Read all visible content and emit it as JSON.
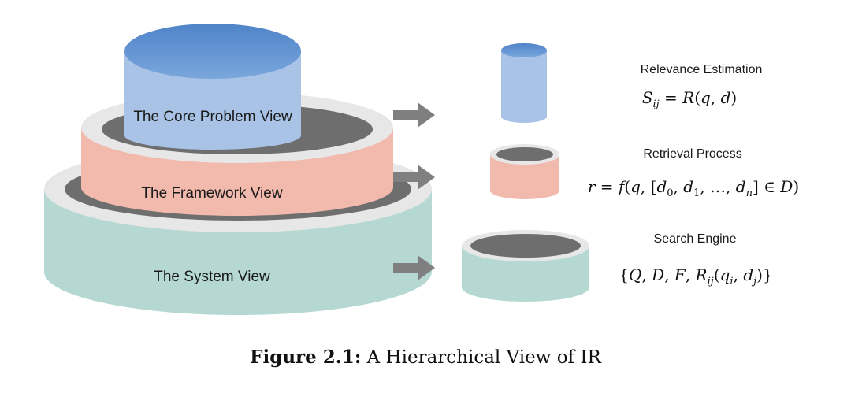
{
  "stack": {
    "outer_label": "The System View",
    "middle_label": "The Framework View",
    "inner_label": "The Core Problem View"
  },
  "rows": [
    {
      "title": "Relevance Estimation",
      "formula": "S_ij = R(q, d)"
    },
    {
      "title": "Retrieval Process",
      "formula": "r = f(q, [d_0, d_1, …, d_n] ∈ D)"
    },
    {
      "title": "Search Engine",
      "formula": "{Q, D, F, R_ij(q_i, d_j)}"
    }
  ],
  "caption": {
    "label": "Figure 2.1:",
    "text": "A Hierarchical View of IR"
  },
  "colors": {
    "teal": "#b5d9d2",
    "pink": "#f2b9ad",
    "blue": "#a8c3e6",
    "blue_top": "#5b8fd0",
    "rim": "#e7e7e7",
    "hole": "#6e6e6e",
    "arrow": "#7f7f7f"
  },
  "icons": [
    "right-arrow-icon",
    "right-arrow-icon",
    "right-arrow-icon"
  ]
}
